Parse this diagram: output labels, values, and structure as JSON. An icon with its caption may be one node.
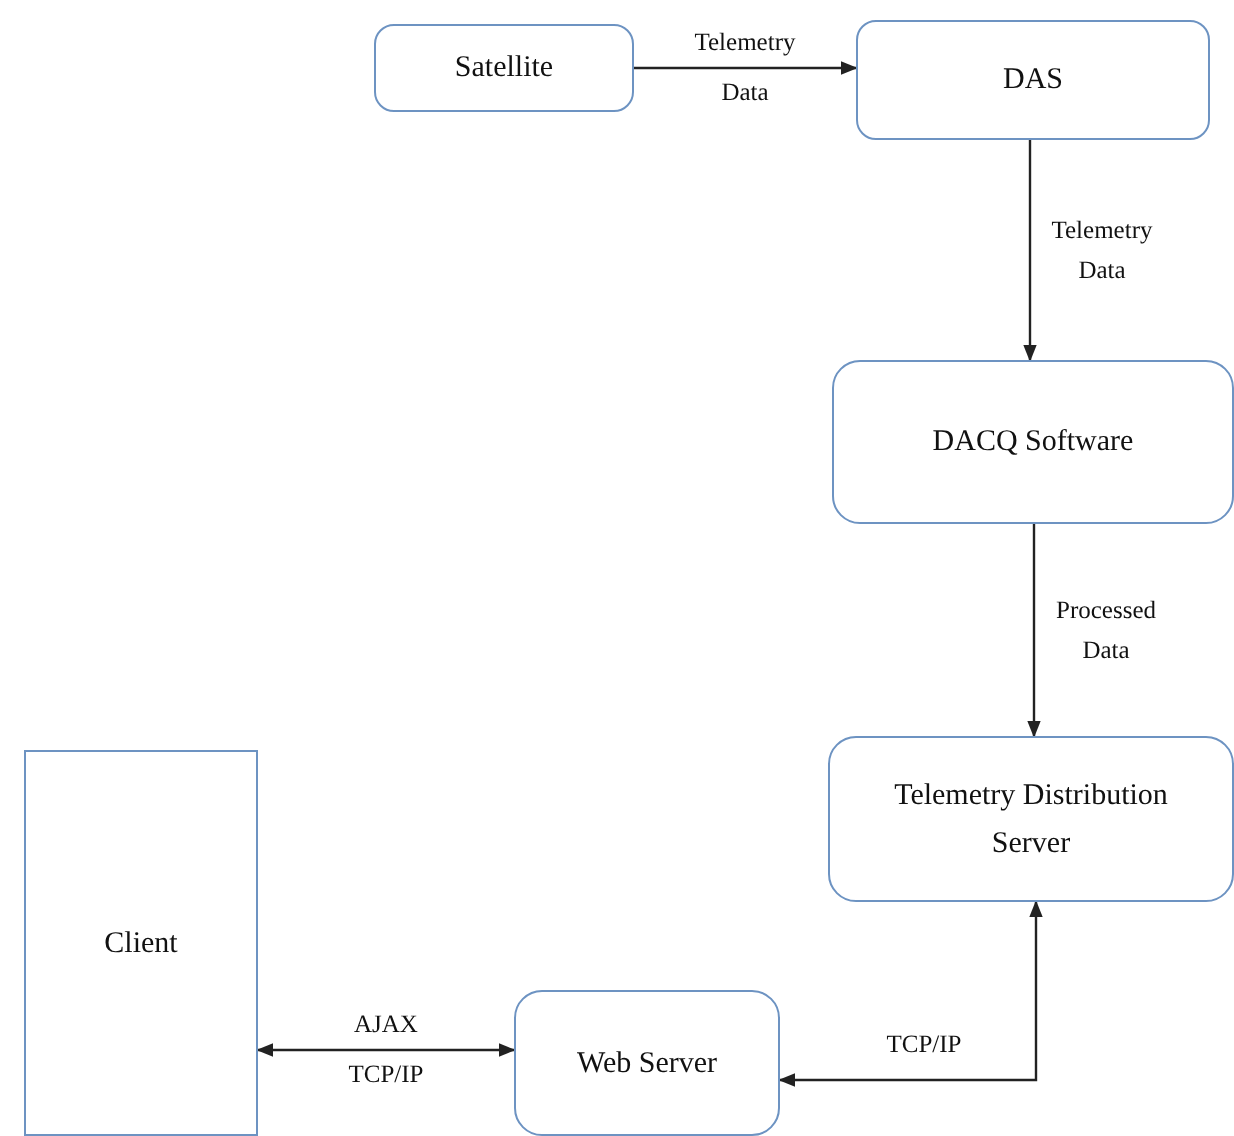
{
  "diagram": {
    "nodes": [
      {
        "text": [
          "Satellite"
        ]
      },
      {
        "text": [
          "DAS"
        ]
      },
      {
        "text": [
          "DACQ Software"
        ]
      },
      {
        "text": [
          "Telemetry Distribution Server"
        ]
      },
      {
        "text": [
          "Client"
        ]
      },
      {
        "text": [
          "Web Server"
        ]
      }
    ],
    "edges": [
      {
        "from": 0,
        "to": 1,
        "arrow": "to",
        "label": "Telemetry Data"
      },
      {
        "from": 1,
        "to": 2,
        "arrow": "to",
        "label": "Telemetry Data"
      },
      {
        "from": 2,
        "to": 3,
        "arrow": "to",
        "label": "Processed Data"
      },
      {
        "from": 3,
        "to": 5,
        "arrow": "both",
        "label": "TCP/IP"
      },
      {
        "from": 4,
        "to": 5,
        "arrow": "both",
        "label": "AJAX TCP/IP"
      }
    ]
  }
}
